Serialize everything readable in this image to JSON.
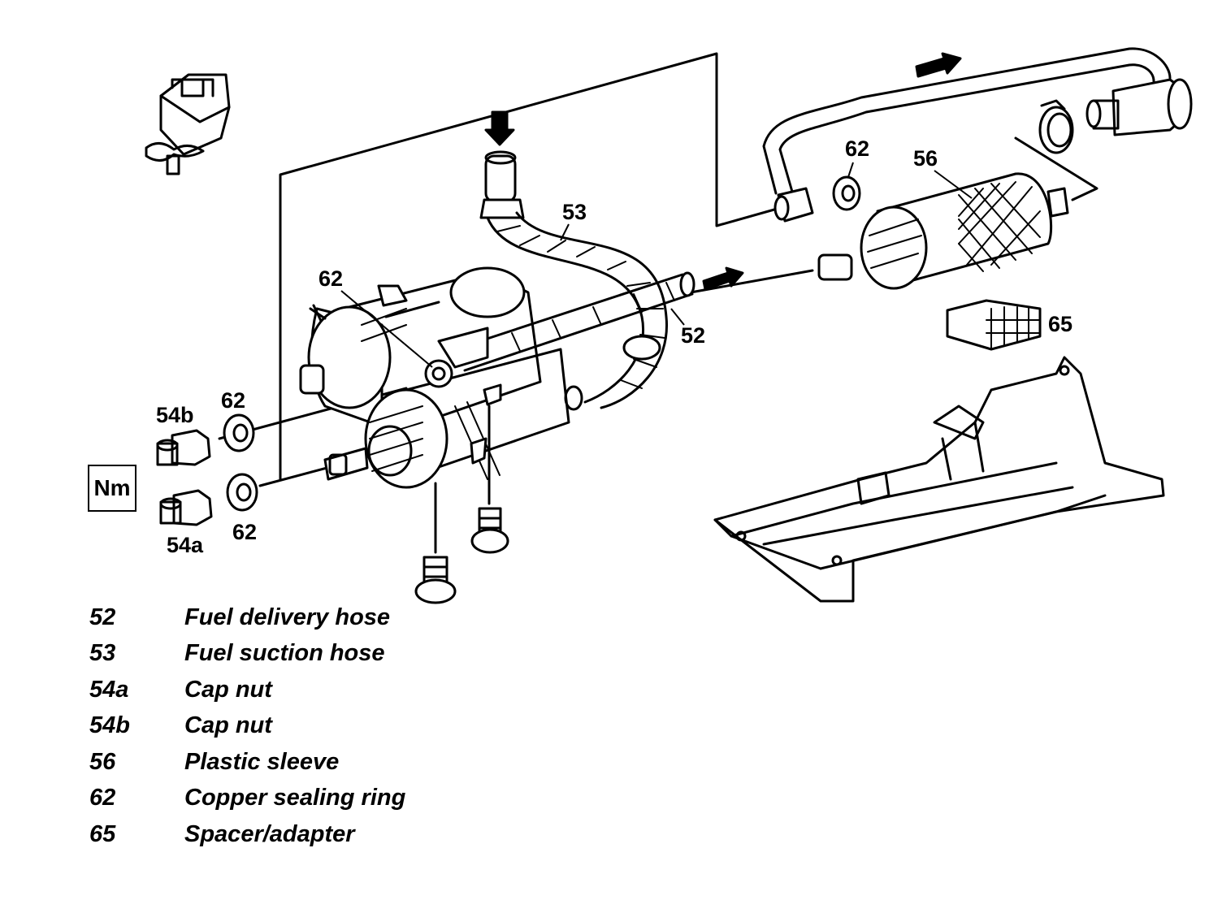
{
  "callouts": {
    "c52": "52",
    "c53": "53",
    "c54a": "54a",
    "c54b": "54b",
    "c56": "56",
    "c62_top": "62",
    "c62_pump": "62",
    "c62_left_upper": "62",
    "c62_left_lower": "62",
    "c65": "65"
  },
  "torque_symbol": "Nm",
  "legend": [
    {
      "number": "52",
      "description": "Fuel delivery hose"
    },
    {
      "number": "53",
      "description": "Fuel suction hose"
    },
    {
      "number": "54a",
      "description": "Cap nut"
    },
    {
      "number": "54b",
      "description": "Cap nut"
    },
    {
      "number": "56",
      "description": "Plastic sleeve"
    },
    {
      "number": "62",
      "description": "Copper sealing ring"
    },
    {
      "number": "65",
      "description": "Spacer/adapter"
    }
  ]
}
